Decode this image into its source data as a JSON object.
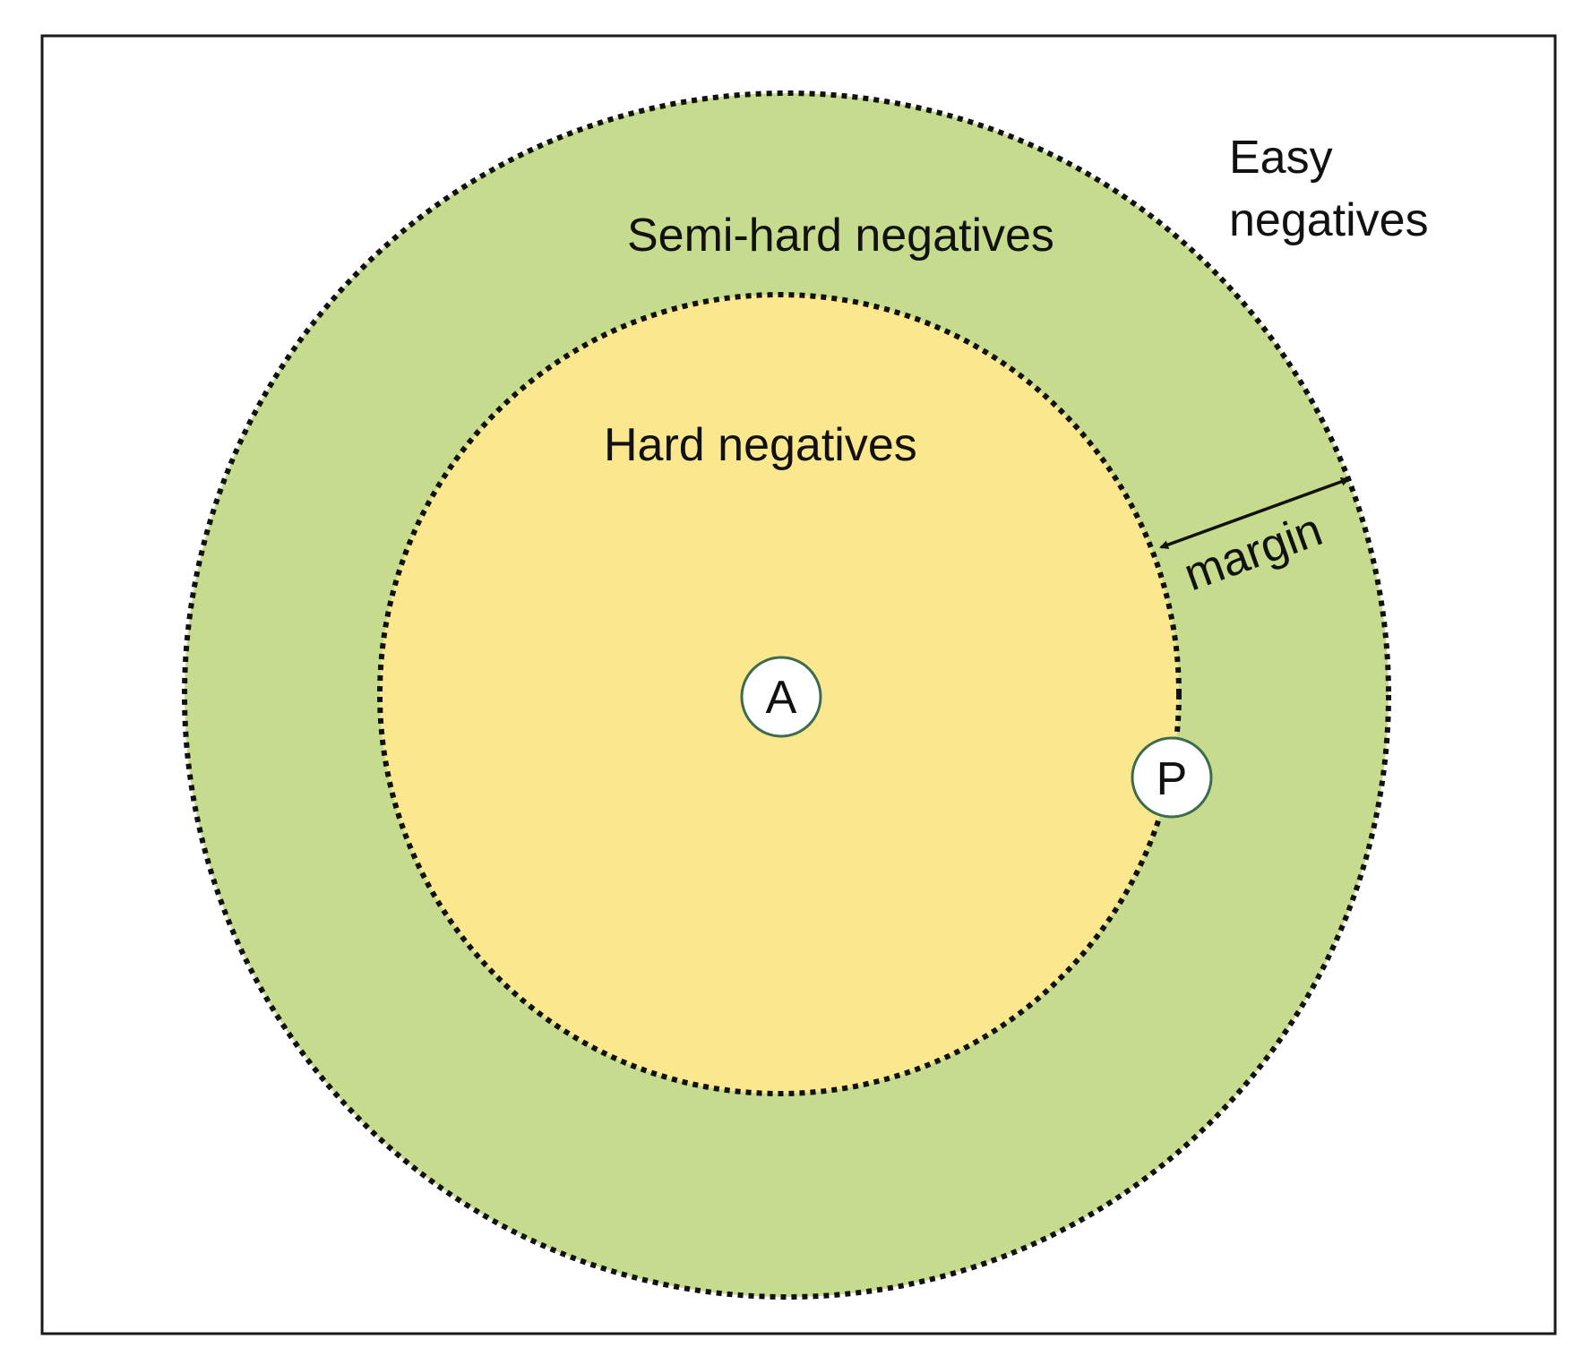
{
  "colors": {
    "background": "#ffffff",
    "frame": "#1a1a1a",
    "semi_hard_region": "#c6db8e",
    "hard_region": "#fbe78e",
    "boundary_dots": "#111111",
    "node_fill": "#ffffff",
    "node_stroke": "#3d6b4e",
    "arrow": "#111111"
  },
  "regions": {
    "easy": "Easy negatives",
    "semi_hard": "Semi-hard negatives",
    "hard": "Hard negatives"
  },
  "easy_label_lines": [
    "Easy",
    "negatives"
  ],
  "nodes": {
    "anchor": "A",
    "positive": "P"
  },
  "margin_label": "margin",
  "icons": {
    "margin_arrow": "double-headed-arrow-icon"
  }
}
